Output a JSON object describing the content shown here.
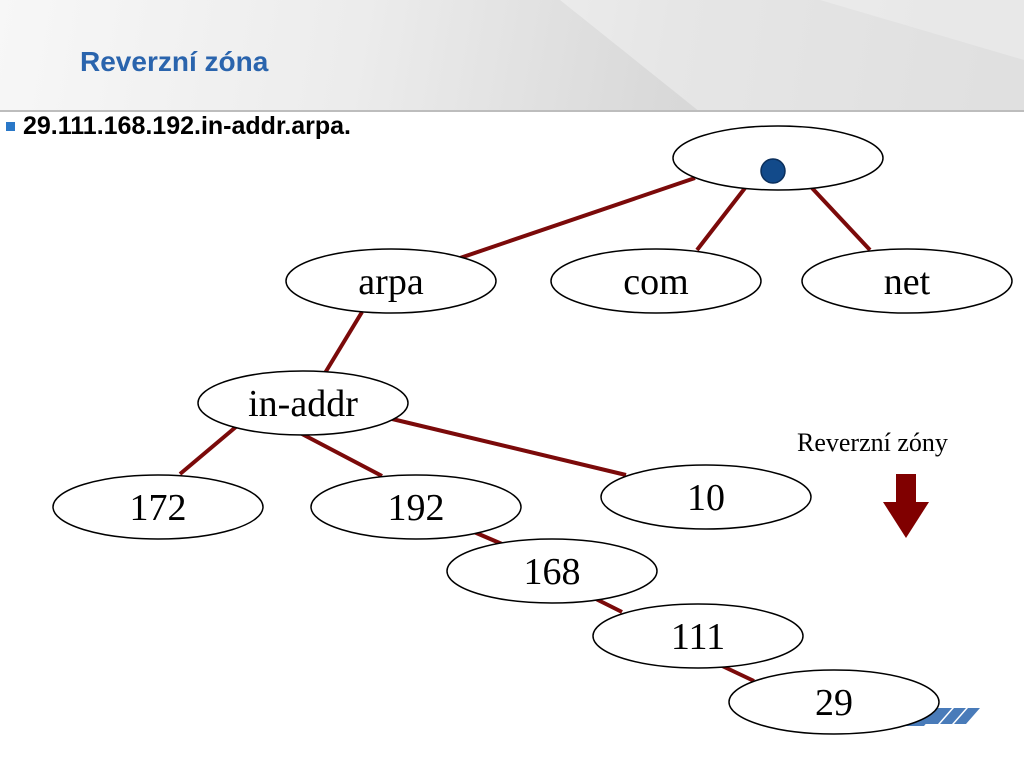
{
  "slide": {
    "title": "Reverzní zóna",
    "bullet": "29.111.168.192.in-addr.arpa."
  },
  "tree": {
    "nodes": [
      {
        "id": "root",
        "label": ""
      },
      {
        "id": "arpa",
        "label": "arpa"
      },
      {
        "id": "com",
        "label": "com"
      },
      {
        "id": "net",
        "label": "net"
      },
      {
        "id": "in-addr",
        "label": "in-addr"
      },
      {
        "id": "n172",
        "label": "172"
      },
      {
        "id": "n192",
        "label": "192"
      },
      {
        "id": "n10",
        "label": "10"
      },
      {
        "id": "n168",
        "label": "168"
      },
      {
        "id": "n111",
        "label": "111"
      },
      {
        "id": "n29",
        "label": "29"
      }
    ],
    "edges": [
      [
        "root",
        "arpa"
      ],
      [
        "root",
        "com"
      ],
      [
        "root",
        "net"
      ],
      [
        "arpa",
        "in-addr"
      ],
      [
        "in-addr",
        "n172"
      ],
      [
        "in-addr",
        "n192"
      ],
      [
        "in-addr",
        "n10"
      ],
      [
        "n192",
        "n168"
      ],
      [
        "n168",
        "n111"
      ],
      [
        "n111",
        "n29"
      ]
    ]
  },
  "annotation": {
    "label": "Reverzní zóny",
    "arrow_icon": "down-arrow-icon"
  },
  "colors": {
    "edge": "#7b0a0a",
    "title": "#2a64ad",
    "root_dot": "#124a8a",
    "arrow": "#800000"
  }
}
